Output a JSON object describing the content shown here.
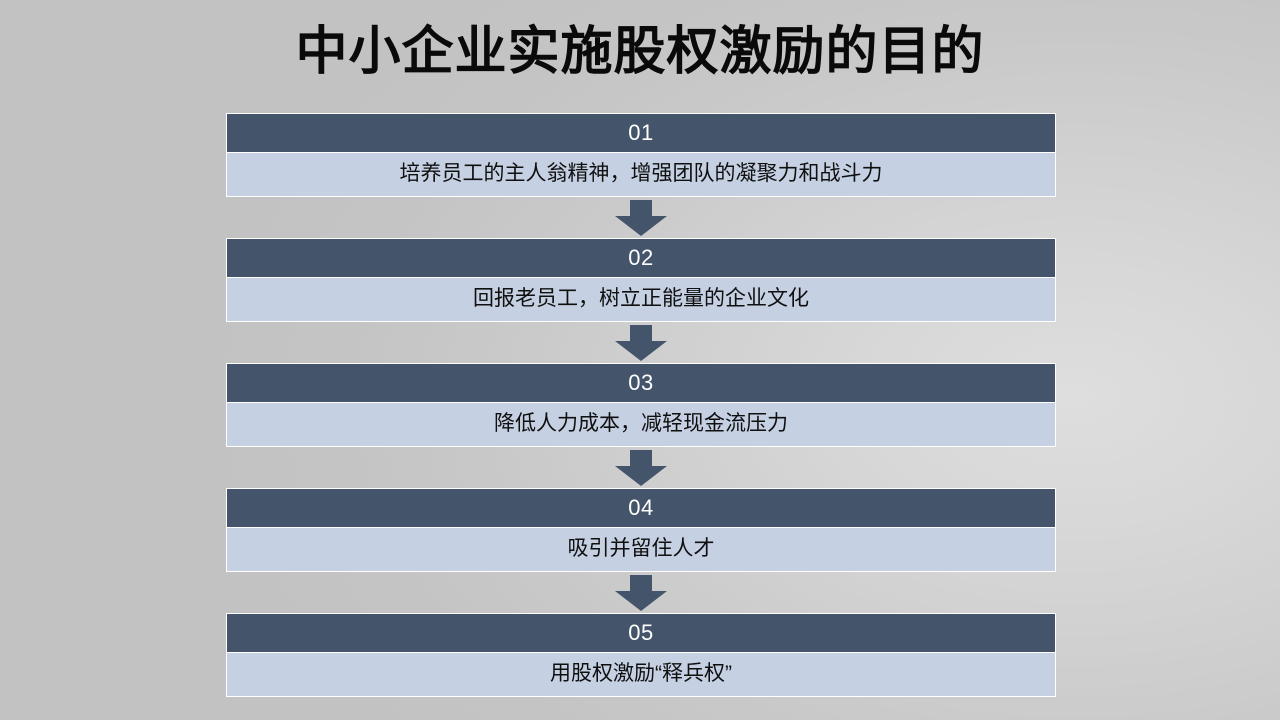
{
  "slide": {
    "title": "中小企业实施股权激励的目的",
    "background_color": "#c9c9c9",
    "accent_dark": "#44546a",
    "accent_light": "#c5d0e3",
    "title_color": "#0a0a0a"
  },
  "flow": {
    "connector_icon": "arrow-down-icon",
    "steps": [
      {
        "number": "01",
        "text": "培养员工的主人翁精神，增强团队的凝聚力和战斗力"
      },
      {
        "number": "02",
        "text": "回报老员工，树立正能量的企业文化"
      },
      {
        "number": "03",
        "text": "降低人力成本，减轻现金流压力"
      },
      {
        "number": "04",
        "text": "吸引并留住人才"
      },
      {
        "number": "05",
        "text": "用股权激励“释兵权”"
      }
    ]
  }
}
